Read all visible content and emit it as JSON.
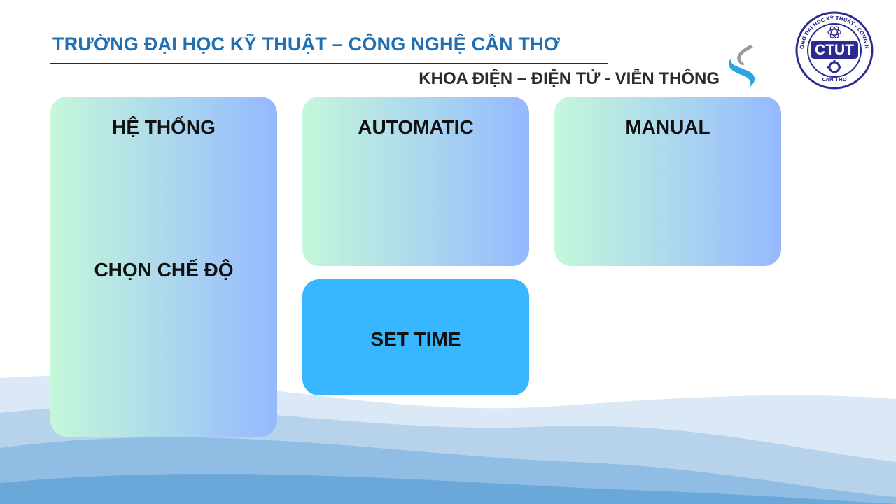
{
  "header": {
    "university": "TRƯỜNG ĐẠI HỌC KỸ THUẬT – CÔNG NGHỆ CẦN THƠ",
    "faculty": "KHOA ĐIỆN – ĐIỆN TỬ - VIỄN THÔNG",
    "logo_text": "CTUT",
    "logo_ring_text": "TRƯỜNG ĐẠI HỌC KỸ THUẬT - CÔNG NGHỆ",
    "logo_bottom_text": "CẦN THƠ"
  },
  "panels": {
    "system_title": "HỆ THỐNG",
    "mode_select": "CHỌN CHẾ ĐỘ",
    "automatic": "AUTOMATIC",
    "manual": "MANUAL",
    "set_time": "SET TIME"
  },
  "colors": {
    "brand_blue": "#1f6fb2",
    "logo_navy": "#2b2b8f",
    "set_time_blue": "#38b6ff",
    "card_gradient_start": "#c5f7da",
    "card_gradient_end": "#95b8ff"
  },
  "icons": [
    "swoosh-logo-icon",
    "ctut-logo",
    "atom-icon",
    "gear-icon"
  ]
}
